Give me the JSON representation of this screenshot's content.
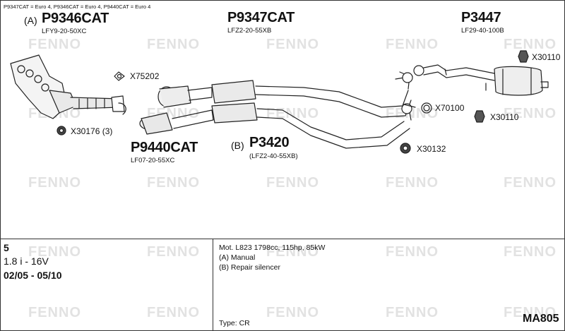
{
  "note": "P9347CAT = Euro 4, P9346CAT = Euro 4, P9440CAT = Euro 4",
  "watermark": "FENNO",
  "parts": {
    "p9346": {
      "prefix": "(A)",
      "code": "P9346CAT",
      "ref": "LFY9-20-50XC"
    },
    "p9347": {
      "code": "P9347CAT",
      "ref": "LFZ2-20-55XB"
    },
    "p3447": {
      "code": "P3447",
      "ref": "LF29-40-100B"
    },
    "p9440": {
      "code": "P9440CAT",
      "ref": "LF07-20-55XC"
    },
    "p3420": {
      "prefix": "(B)",
      "code": "P3420",
      "ref": "(LFZ2-40-55XB)"
    }
  },
  "accessories": {
    "x75202": "X75202",
    "x30176": "X30176 (3)",
    "x70100": "X70100",
    "x30110a": "X30110",
    "x30110b": "X30110",
    "x30132": "X30132"
  },
  "info": {
    "number": "5",
    "engine": "1.8 i - 16V",
    "period": "02/05 - 05/10",
    "motor": "Mot. L823 1798cc, 115hp, 85kW",
    "note_a": "(A) Manual",
    "note_b": "(B) Repair silencer",
    "type": "Type:  CR",
    "model": "MA805"
  }
}
